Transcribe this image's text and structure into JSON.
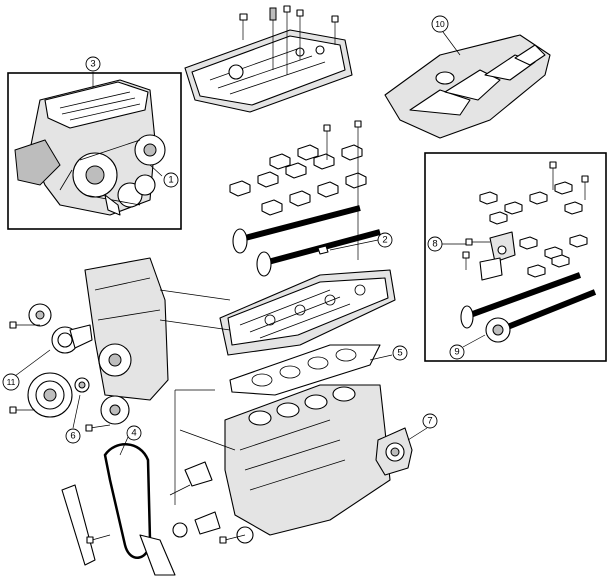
{
  "callouts": [
    {
      "id": "c1",
      "label": "1"
    },
    {
      "id": "c2",
      "label": "2"
    },
    {
      "id": "c3",
      "label": "3"
    },
    {
      "id": "c4",
      "label": "4"
    },
    {
      "id": "c5",
      "label": "5"
    },
    {
      "id": "c6",
      "label": "6"
    },
    {
      "id": "c7",
      "label": "7"
    },
    {
      "id": "c8",
      "label": "8"
    },
    {
      "id": "c9",
      "label": "9"
    },
    {
      "id": "c10",
      "label": "10"
    },
    {
      "id": "c11",
      "label": "11"
    }
  ],
  "colors": {
    "line": "#000000",
    "background": "#ffffff",
    "shade": "#bdbdbd"
  }
}
